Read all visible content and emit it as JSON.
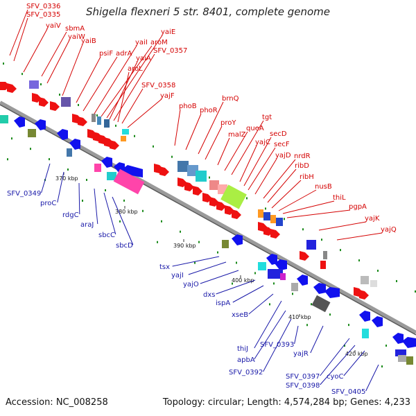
{
  "title": "Shigella flexneri 5 str. 8401, complete genome",
  "accession_text": "Accession: NC_008258",
  "topology_text": "Topology: circular; Length: 4,574,284 bp; Genes: 4,233",
  "colors": {
    "backbone": "#888888",
    "forward_gene": "#ee1111",
    "reverse_gene": "#1111ee",
    "forward_label": "#d40000",
    "reverse_label": "#1818a8",
    "dots": "#1a8a1a"
  },
  "tick_labels": [
    "370 kbp",
    "380 kbp",
    "390 kbp",
    "400 kbp",
    "410 kbp",
    "420 kbp"
  ],
  "forward_genes": [
    "SFV_0336",
    "SFV_0335",
    "yaiV",
    "sbmA",
    "yaiW",
    "yaiB",
    "psiF",
    "adrA",
    "yaiI",
    "aroM",
    "yaiE",
    "yaiA",
    "SFV_0357",
    "aroL",
    "SFV_0358",
    "yajF",
    "phoB",
    "phoR",
    "brnQ",
    "proY",
    "malZ",
    "queA",
    "tgt",
    "yajC",
    "secD",
    "secF",
    "yajD",
    "nrdR",
    "ribD",
    "ribH",
    "nusB",
    "thiL",
    "pgpA",
    "yajK",
    "yajQ"
  ],
  "reverse_genes": [
    "SFV_0349",
    "proC",
    "rdgC",
    "araJ",
    "sbcC",
    "sbcD",
    "tsx",
    "yajI",
    "yajO",
    "dxs",
    "ispA",
    "xseB",
    "thiJ",
    "apbA",
    "SFV_0392",
    "SFV_0393",
    "yajR",
    "SFV_0397",
    "SFV_0398",
    "cyoC",
    "SFV_0405"
  ]
}
